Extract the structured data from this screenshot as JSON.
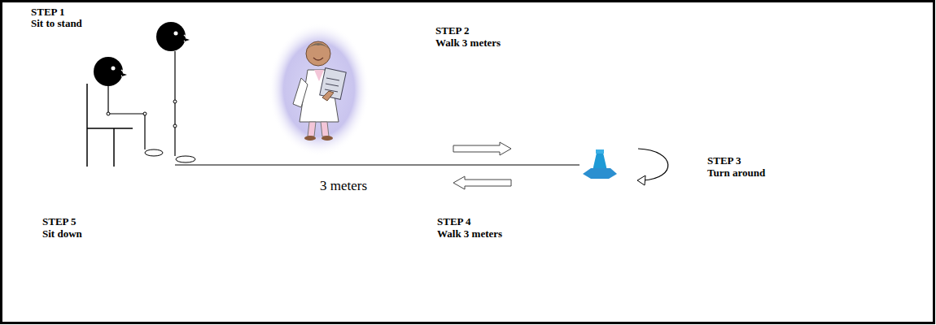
{
  "diagram": {
    "labels": [
      "STEP 1",
      "Sit to stand",
      "STEP 2",
      "Walk 3 meters",
      "3 meters",
      "STEP 3",
      "Turn around",
      "STEP 4",
      "Walk 3 meters",
      "STEP 5",
      "Sit down"
    ]
  }
}
